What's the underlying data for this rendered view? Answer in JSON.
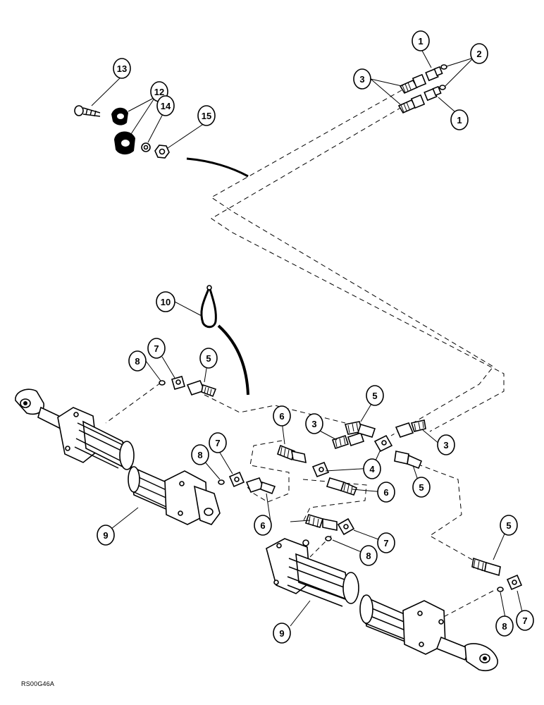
{
  "figure": {
    "reference_code": "RS00G46A",
    "callouts": [
      {
        "id": "c13",
        "label": "13"
      },
      {
        "id": "c12",
        "label": "12"
      },
      {
        "id": "c14",
        "label": "14"
      },
      {
        "id": "c15",
        "label": "15"
      },
      {
        "id": "c1a",
        "label": "1"
      },
      {
        "id": "c2",
        "label": "2"
      },
      {
        "id": "c3a",
        "label": "3"
      },
      {
        "id": "c1b",
        "label": "1"
      },
      {
        "id": "c10",
        "label": "10"
      },
      {
        "id": "c8a",
        "label": "8"
      },
      {
        "id": "c7a",
        "label": "7"
      },
      {
        "id": "c5a",
        "label": "5"
      },
      {
        "id": "c6a",
        "label": "6"
      },
      {
        "id": "c3b",
        "label": "3"
      },
      {
        "id": "c5b",
        "label": "5"
      },
      {
        "id": "c3c",
        "label": "3"
      },
      {
        "id": "c4",
        "label": "4"
      },
      {
        "id": "c5c",
        "label": "5"
      },
      {
        "id": "c6b",
        "label": "6"
      },
      {
        "id": "c8b",
        "label": "8"
      },
      {
        "id": "c7b",
        "label": "7"
      },
      {
        "id": "c9a",
        "label": "9"
      },
      {
        "id": "c6c",
        "label": "6"
      },
      {
        "id": "c7c",
        "label": "7"
      },
      {
        "id": "c8c",
        "label": "8"
      },
      {
        "id": "c5d",
        "label": "5"
      },
      {
        "id": "c9b",
        "label": "9"
      },
      {
        "id": "c8d",
        "label": "8"
      },
      {
        "id": "c7d",
        "label": "7"
      }
    ]
  }
}
